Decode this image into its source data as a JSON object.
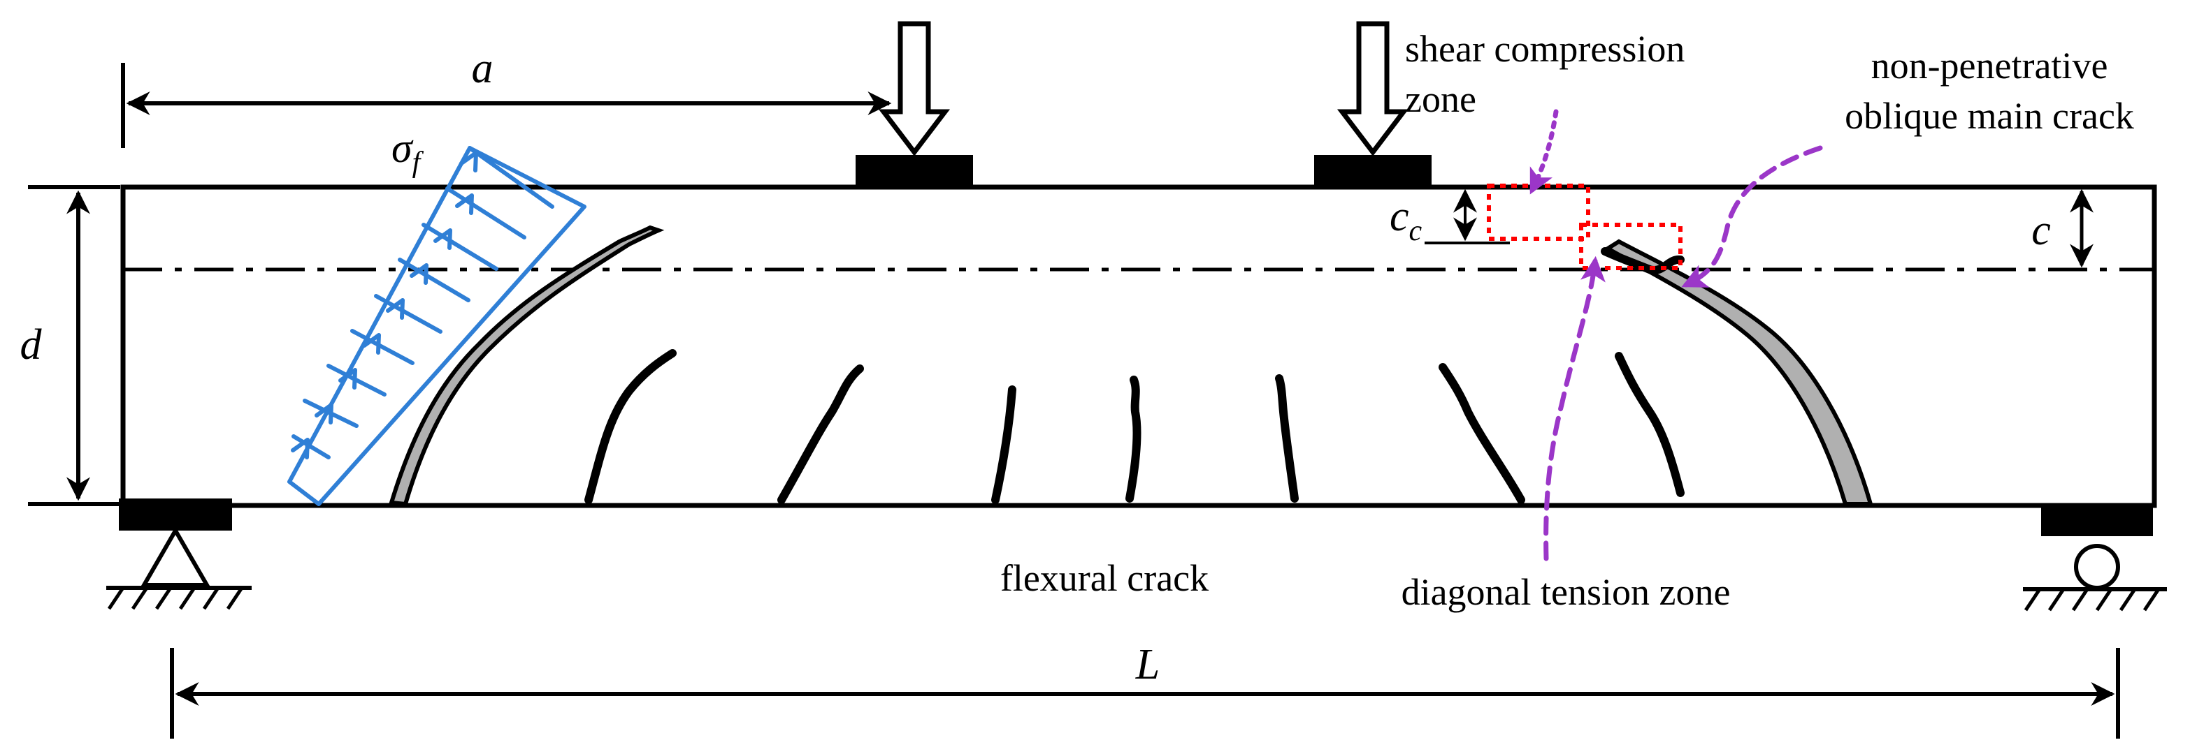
{
  "labels": {
    "a": "a",
    "sigma": "σ",
    "sigma_sub": "f",
    "d": "d",
    "c": "c",
    "cc": "c",
    "cc_sub": "c",
    "L": "L",
    "shear_zone_line1": "shear compression",
    "shear_zone_line2": "zone",
    "main_crack_line1": "non-penetrative",
    "main_crack_line2": "oblique main crack",
    "flexural_crack": "flexural crack",
    "diagonal_tension_zone": "diagonal tension zone"
  },
  "colors": {
    "line": "#000000",
    "stress_diagram": "#2f7fd6",
    "zone_box": "#ff0000",
    "annotation_arrow": "#9b36c8",
    "crack_fill": "#b0b0b0"
  }
}
